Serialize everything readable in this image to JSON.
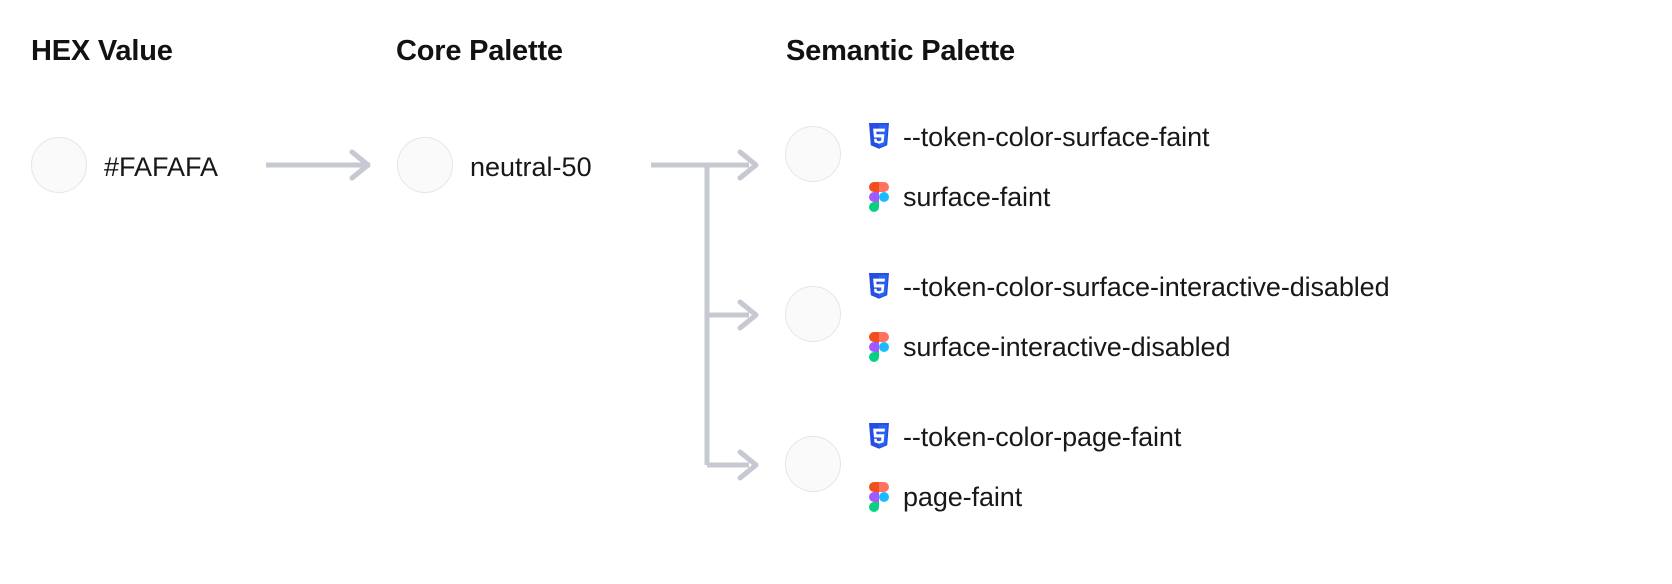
{
  "columns": {
    "hex": "HEX Value",
    "core": "Core Palette",
    "semantic": "Semantic Palette"
  },
  "swatch_color": "#FAFAFA",
  "hex": {
    "value": "#FAFAFA",
    "swatch_name": "hex-swatch"
  },
  "core": {
    "value": "neutral-50",
    "swatch_name": "core-swatch"
  },
  "semantic_tokens": [
    {
      "css_variable": "--token-color-surface-faint",
      "figma_name": "surface-faint"
    },
    {
      "css_variable": "--token-color-surface-interactive-disabled",
      "figma_name": "surface-interactive-disabled"
    },
    {
      "css_variable": "--token-color-page-faint",
      "figma_name": "page-faint"
    }
  ],
  "icons": {
    "css": "css3-icon",
    "figma": "figma-icon",
    "arrow": "arrow-right-icon"
  },
  "colors": {
    "connector": "#C6C9D1",
    "swatch_border": "#E6E6EA",
    "text": "#18181B",
    "css_icon_blue_dark": "#264DE4",
    "css_icon_blue_light": "#2965F1",
    "figma_orange": "#F24E1E",
    "figma_salmon": "#FF7262",
    "figma_purple": "#A259FF",
    "figma_blue": "#1ABCFE",
    "figma_green": "#0ACF83"
  }
}
